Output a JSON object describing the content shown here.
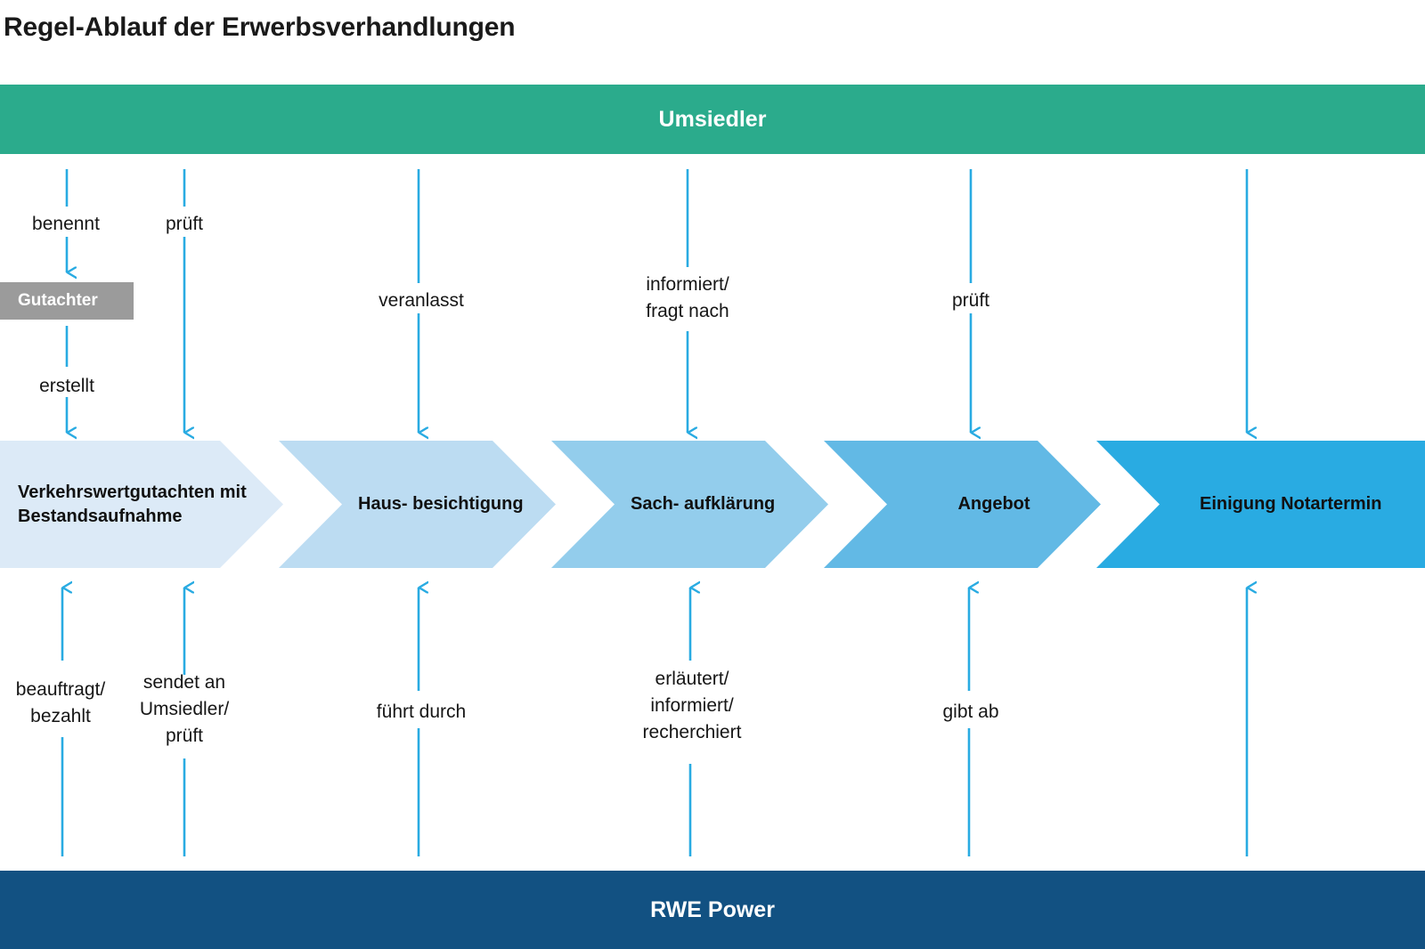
{
  "page": {
    "title": "Regel-Ablauf der Erwerbsverhandlungen",
    "background": "#ffffff"
  },
  "colors": {
    "umsiedler_green": "#2BAB8C",
    "rwe_dark_blue": "#125182",
    "arrow_blue": "#29ABE2",
    "gutachter_grey": "#9B9B9B",
    "text_black": "#111111"
  },
  "actors": {
    "top": {
      "label": "Umsiedler",
      "color": "#2BAB8C"
    },
    "bottom": {
      "label": "RWE Power",
      "color": "#125182"
    }
  },
  "intermediate_node": {
    "label": "Gutachter",
    "color": "#9B9B9B"
  },
  "stages": [
    {
      "label": "Verkehrswertgutachten\nmit Bestandsaufnahme",
      "color": "#DCEAF7"
    },
    {
      "label": "Haus-\nbesichtigung",
      "color": "#BCDCF2"
    },
    {
      "label": "Sach-\naufklärung",
      "color": "#93CDEC"
    },
    {
      "label": "Angebot",
      "color": "#62B9E5"
    },
    {
      "label": "Einigung\nNotartermin",
      "color": "#29ABE2"
    }
  ],
  "top_connectors": [
    {
      "label": "benennt",
      "column": 1
    },
    {
      "label": "prüft",
      "column": 2
    },
    {
      "label": "veranlasst",
      "column": 3
    },
    {
      "label": "informiert/\nfragt nach",
      "column": 4
    },
    {
      "label": "prüft",
      "column": 5
    },
    {
      "label": "",
      "column": 6
    }
  ],
  "gutachter_connector": {
    "label": "erstellt"
  },
  "bottom_connectors": [
    {
      "label": "beauftragt/\nbezahlt",
      "column": 1
    },
    {
      "label": "sendet an\nUmsiedler/\nprüft",
      "column": 2
    },
    {
      "label": "führt durch",
      "column": 3
    },
    {
      "label": "erläutert/\ninformiert/\nrecherchiert",
      "column": 4
    },
    {
      "label": "gibt ab",
      "column": 5
    },
    {
      "label": "",
      "column": 6
    }
  ]
}
